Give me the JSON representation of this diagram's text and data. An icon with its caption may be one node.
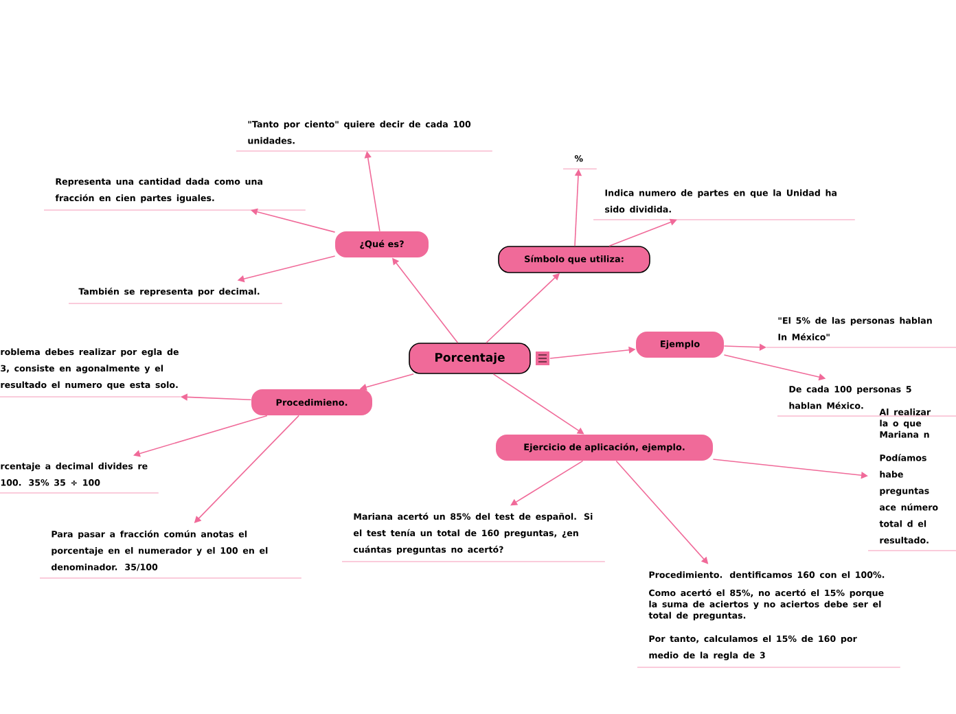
{
  "diagram": {
    "nodes": [
      {
        "text": [
          "Porcentaje"
        ]
      },
      {
        "text": [
          "¿Qué es?"
        ]
      },
      {
        "text": [
          "\"Tanto por ciento\" quiere decir de cada 100 unidades."
        ]
      },
      {
        "text": [
          "Representa una cantidad dada como una fracción en cien partes iguales."
        ]
      },
      {
        "text": [
          "También se representa por decimal."
        ]
      },
      {
        "text": [
          "Símbolo que utiliza:"
        ]
      },
      {
        "text": [
          "%"
        ]
      },
      {
        "text": [
          "Indica numero de partes en que la Unidad ha sido dividida."
        ]
      },
      {
        "text": [
          "Ejemplo"
        ]
      },
      {
        "text": [
          "\"El 5% de las personas hablan In México\""
        ]
      },
      {
        "text": [
          "De cada 100 personas 5 hablan México."
        ]
      },
      {
        "text": [
          "Procedimieno."
        ]
      },
      {
        "text": [
          "roblema debes realizar por egla de 3, consiste en agonalmente y el resultado el numero que esta solo."
        ]
      },
      {
        "text": [
          "rcentaje a decimal divides re 100. 35% 35 ÷ 100"
        ]
      },
      {
        "text": [
          "Para pasar a fracción común anotas el porcentaje en el numerador y el 100 en el denominador. 35/100"
        ]
      },
      {
        "text": [
          "Ejercicio de aplicación, ejemplo."
        ]
      },
      {
        "text": [
          "Mariana acertó un 85% del test de español. Si el test tenía un total de 160 preguntas, ¿en cuántas preguntas no acertó?"
        ]
      },
      {
        "text": [
          "Procedimiento. dentificamos 160 con el 100%.",
          "Como acertó el 85%, no acertó el 15% porque la suma de aciertos y no aciertos debe ser el total de preguntas.",
          "Por tanto, calculamos el 15% de 160 por medio de la regla de 3"
        ]
      },
      {
        "text": [
          "Al realizar la o que Mariana n",
          "Podíamos habe preguntas ace número total d el resultado."
        ]
      }
    ],
    "edges": [
      {
        "from": 0,
        "to": 1,
        "arrow": "to"
      },
      {
        "from": 0,
        "to": 5,
        "arrow": "to"
      },
      {
        "from": 0,
        "to": 8,
        "arrow": "to"
      },
      {
        "from": 0,
        "to": 11,
        "arrow": "to"
      },
      {
        "from": 0,
        "to": 15,
        "arrow": "to"
      },
      {
        "from": 1,
        "to": 2,
        "arrow": "to"
      },
      {
        "from": 1,
        "to": 3,
        "arrow": "to"
      },
      {
        "from": 1,
        "to": 4,
        "arrow": "to"
      },
      {
        "from": 5,
        "to": 6,
        "arrow": "to"
      },
      {
        "from": 5,
        "to": 7,
        "arrow": "to"
      },
      {
        "from": 8,
        "to": 9,
        "arrow": "to"
      },
      {
        "from": 8,
        "to": 10,
        "arrow": "to"
      },
      {
        "from": 11,
        "to": 12,
        "arrow": "to"
      },
      {
        "from": 11,
        "to": 13,
        "arrow": "to"
      },
      {
        "from": 11,
        "to": 14,
        "arrow": "to"
      },
      {
        "from": 15,
        "to": 16,
        "arrow": "to"
      },
      {
        "from": 15,
        "to": 17,
        "arrow": "to"
      },
      {
        "from": 15,
        "to": 18,
        "arrow": "to"
      }
    ]
  }
}
